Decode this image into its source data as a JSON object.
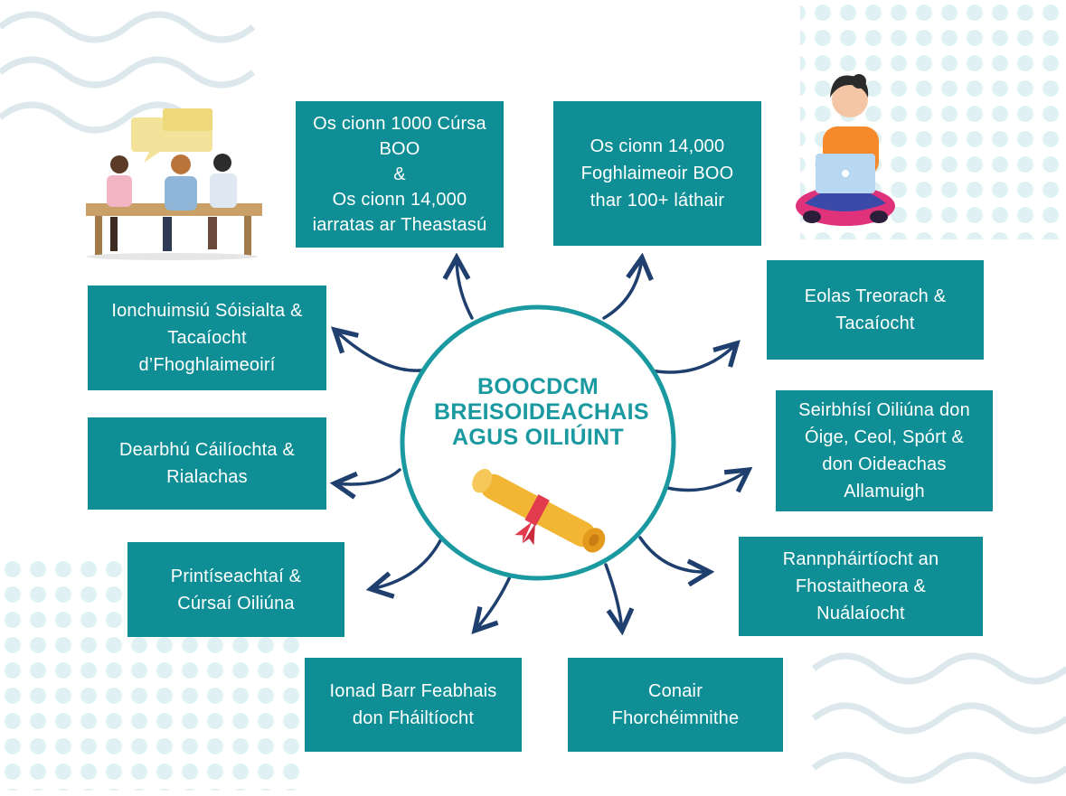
{
  "center": {
    "title": "BOOCDCM\nBREISOIDEACHAIS\nAGUS OILIÚINT"
  },
  "boxes": {
    "courses": "Os cionn 1000 Cúrsa\nBOO\n&\nOs cionn 14,000\niarratas ar Theastasú",
    "learners": "Os cionn 14,000\nFoghlaimeoir BOO\nthar 100+ láthair",
    "guidance": "Eolas Treorach &\nTacaíocht",
    "youth": "Seirbhísí Oiliúna don\nÓige, Ceol, Spórt &\ndon Oideachas\nAllamuigh",
    "employer": "Rannpháirtíocht an\nFhostaitheora &\nNuálaíocht",
    "pathway": "Conair\nFhorchéimnithe",
    "hospitality": "Ionad Barr Feabhais\ndon Fháiltíocht",
    "apprenticeships": "Printíseachtaí &\nCúrsaí Oiliúna",
    "quality": "Dearbhú Cáilíochta &\nRialachas",
    "inclusion": "Ionchuimsiú Sóisialta &\nTacaíocht\nd’Fhoghlaimeoirí"
  },
  "colors": {
    "box_fill": "#0f8f95",
    "box_text": "#ffffff",
    "hub_ring": "#1a9aa0",
    "hub_text": "#1a9aa0",
    "arrow": "#1f3f6e",
    "decor": "#d9ecef"
  },
  "icons": [
    "meeting-people-illustration",
    "laptop-learner-illustration",
    "diploma-scroll-icon"
  ]
}
